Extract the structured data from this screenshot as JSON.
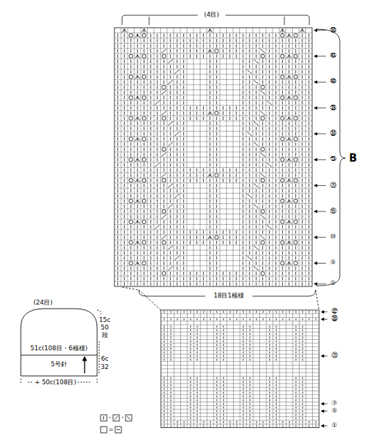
{
  "diagram": {
    "labels": [
      "(4目)",
      "㊿",
      "㊺",
      "㊵",
      "㉟",
      "㉚",
      "㉕",
      "⑳",
      "⑮",
      "⑩",
      "⑤",
      "①",
      "B",
      "18目1模様",
      "㉜",
      "㉚",
      "⑳",
      "⑦",
      "⑤",
      "①",
      "(24目)",
      "15c",
      "50",
      "段",
      "51c(108目・6模様)",
      "5号針",
      "6c",
      "32",
      "+ 50c(108目)",
      "・",
      "・"
    ],
    "legend": [
      {
        "text": "="
      }
    ]
  }
}
